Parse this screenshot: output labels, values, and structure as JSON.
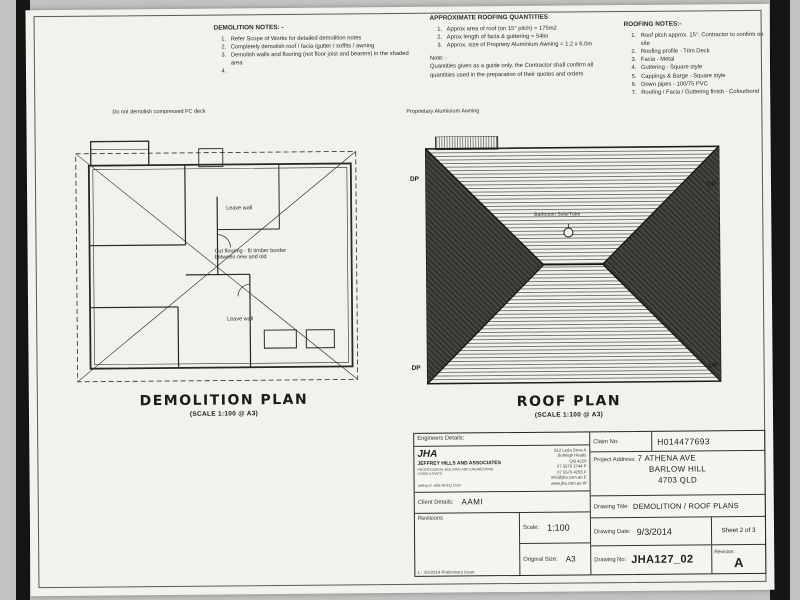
{
  "colors": {
    "paper": "#f2f1ec",
    "background": "#c3c2c0",
    "ink": "#26241f",
    "roof_dark_fill": "#343434"
  },
  "demolition_notes": {
    "title": "DEMOLITION NOTES: -",
    "items": [
      "Refer Scope of Works for detailed demolition notes",
      "Completely demolish roof / facia /gutter / soffits / awning",
      "Demolish walls and flooring (not floor joist and bearers) in the shaded area",
      ""
    ]
  },
  "roofing_quantities": {
    "title": "APPROXIMATE ROOFING QUANTITIES",
    "items": [
      "Approx area of roof (on 15° pitch) = 175m2",
      "Aprox length of facia & guttering = 54lm",
      "Approx. size of Propriety Aluminium Awning = 1.2 x 6.0m"
    ],
    "note_title": "Note: -",
    "note_body": "Quantities given as a guide only, the Contractor shall confirm all quantities used in the preparation of their quotes and orders"
  },
  "roofing_notes": {
    "title": "ROOFING NOTES:-",
    "items": [
      "Roof pitch approx. 15°. Contractor to confirm on site",
      "Roofing profile - Trim Deck",
      "Facia - Metal",
      "Guttering - Square style",
      "Cappings & Barge - Square style",
      "Down pipes - 100/75 PVC",
      "Roofing / Facia / Guttering finish - Colourbond"
    ]
  },
  "demolition_plan": {
    "title": "DEMOLITION PLAN",
    "scale": "(SCALE 1:100 @ A3)",
    "deck_note": "Do not demolish compressed FC deck",
    "leave_wall_1": "Leave wall",
    "cut_floor_note": "Cut flooring - fit timber border between new and old",
    "leave_wall_2": "Leave wall"
  },
  "roof_plan": {
    "title": "ROOF PLAN",
    "scale": "(SCALE 1:100 @ A3)",
    "awning_label": "Proprietary Aluminium  Awning",
    "solartube_label": "Bathroom SolarTube",
    "dp_label": "DP"
  },
  "title_block": {
    "engineers_label": "Engineers Details:",
    "firm_acronym": "JHA",
    "firm_name": "JEFFREY HILLS AND ASSOCIATES",
    "firm_subtitle": "PROFESSIONAL BUILDING AND ENGINEERING CONSULTANTS",
    "firm_registration": "Jeffrey E. Hills RPEQ 1530",
    "contact_lines": [
      "612 Leda Drive  A",
      "Burleigh Heads",
      "Qld 4220",
      "07 5576 2744  P",
      "07 5576 4255  F",
      "info@jha.com.au  E",
      "www.jha.com.au  W"
    ],
    "client_label": "Client Details:",
    "client_value": "AAMI",
    "revisions_label": "Revisions",
    "revision_note": "1 - 3/3/2014 Preliminary Issue",
    "scale_label": "Scale:",
    "scale_value": "1:100",
    "original_size_label": "Original Size:",
    "original_size_value": "A3",
    "claim_label": "Claim No:",
    "claim_value": "H014477693",
    "project_label": "Project Address:",
    "project_line1": "7 ATHENA AVE",
    "project_line2": "BARLOW HILL",
    "project_line3": "4703 QLD",
    "drawing_title_label": "Drawing Title:",
    "drawing_title_value": "DEMOLITION / ROOF PLANS",
    "drawing_date_label": "Drawing Date:",
    "drawing_date_value": "9/3/2014",
    "sheet_value": "Sheet 2 of 3",
    "drawing_no_label": "Drawing No:",
    "drawing_no_value": "JHA127_02",
    "revision_label": "Revision:",
    "revision_value": "A"
  }
}
